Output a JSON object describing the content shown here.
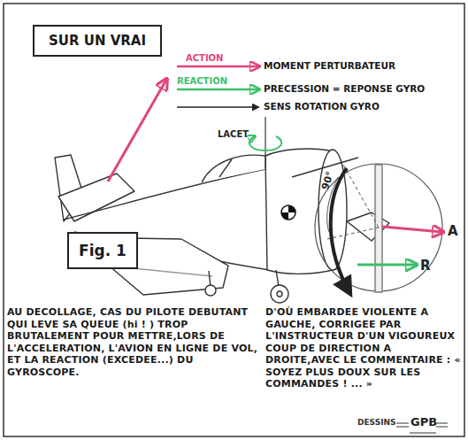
{
  "diagram": {
    "title": "SUR UN VRAI",
    "nodes": [
      {
        "text": [
          "Fig. 1"
        ]
      }
    ],
    "labels": [
      "ACTION",
      "REACTION",
      "LACET",
      "90°",
      "A",
      "R",
      "AU DECOLLAGE, CAS DU PILOTE DEBUTANT QUI LEVE SA QUEUE (hi ! ) TROP BRUTALEMENT POUR METTRE,LORS DE L'ACCELERATION, L'AVION EN LIGNE DE VOL, ET LA REACTION (EXCEDEE...) DU GYROSCOPE.",
      "D'OÙ EMBARDEE VIOLENTE A GAUCHE, CORRIGEE PAR L'INSTRUCTEUR D'UN VIGOUREUX COUP DE DIRECTION A DROITE,AVEC LE COMMENTAIRE : « SOYEZ PLUS DOUX SUR LES COMMANDES ! ... »",
      "DESSINS",
      "GPB"
    ],
    "legend": [
      {
        "text": "MOMENT PERTURBATEUR"
      },
      {
        "text": "PRECESSION = REPONSE GYRO"
      },
      {
        "text": "SENS ROTATION GYRO"
      }
    ]
  }
}
